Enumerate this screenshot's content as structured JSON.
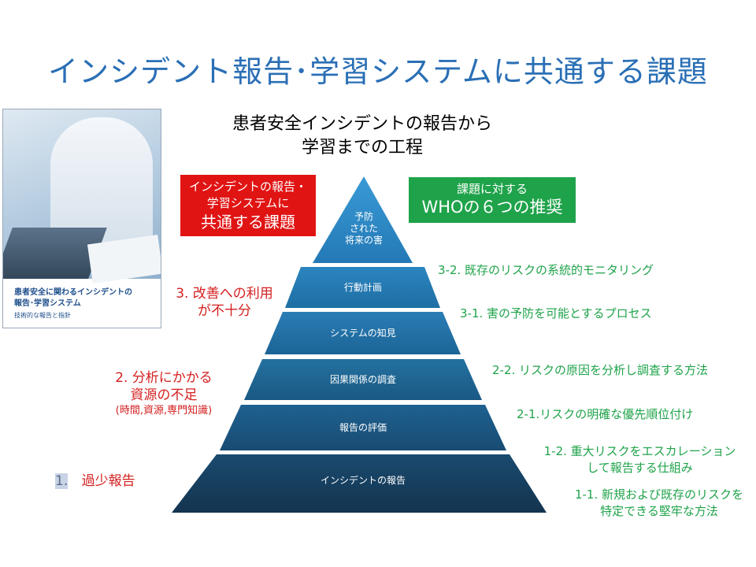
{
  "title": "インシデント報告･学習システムに共通する課題",
  "subtitle": [
    "患者安全インシデントの報告から",
    "学習までの工程"
  ],
  "book": {
    "title_lines": [
      "患者安全に関わるインシデントの",
      "報告･学習システム"
    ],
    "subtitle": "技術的な報告と指針"
  },
  "red_box": {
    "line1": "インシデントの報告・",
    "line2": "学習システムに",
    "line3": "共通する課題"
  },
  "green_box": {
    "line1": "課題に対する",
    "line2": "WHOの６つの推奨"
  },
  "pyramid": {
    "top": [
      "予防",
      "された",
      "将来の害"
    ],
    "tiers": [
      "行動計画",
      "システムの知見",
      "因果関係の調査",
      "報告の評価",
      "インシデントの報告"
    ]
  },
  "challenges": {
    "c3": [
      "3. 改善への利用",
      "が不十分"
    ],
    "c2": [
      "2. 分析にかかる",
      "資源の不足",
      "(時間,資源,専門知識)"
    ],
    "c1_num": "1.",
    "c1_text": "過少報告"
  },
  "recommendations": {
    "r32": "3-2. 既存のリスクの系統的モニタリング",
    "r31": "3-1. 害の予防を可能とするプロセス",
    "r22": "2-2. リスクの原因を分析し調査する方法",
    "r21": "2-1.リスクの明確な優先順位付け",
    "r12": [
      "1-2. 重大リスクをエスカレーション",
      "して報告する仕組み"
    ],
    "r11": [
      "1-1. 新規および既存のリスクを",
      "特定できる堅牢な方法"
    ]
  },
  "colors": {
    "title": "#2a6fb5",
    "red": "#e11414",
    "green": "#1fa34a",
    "tier_top": "#2a86c2",
    "tier_bottom": "#163a58"
  }
}
